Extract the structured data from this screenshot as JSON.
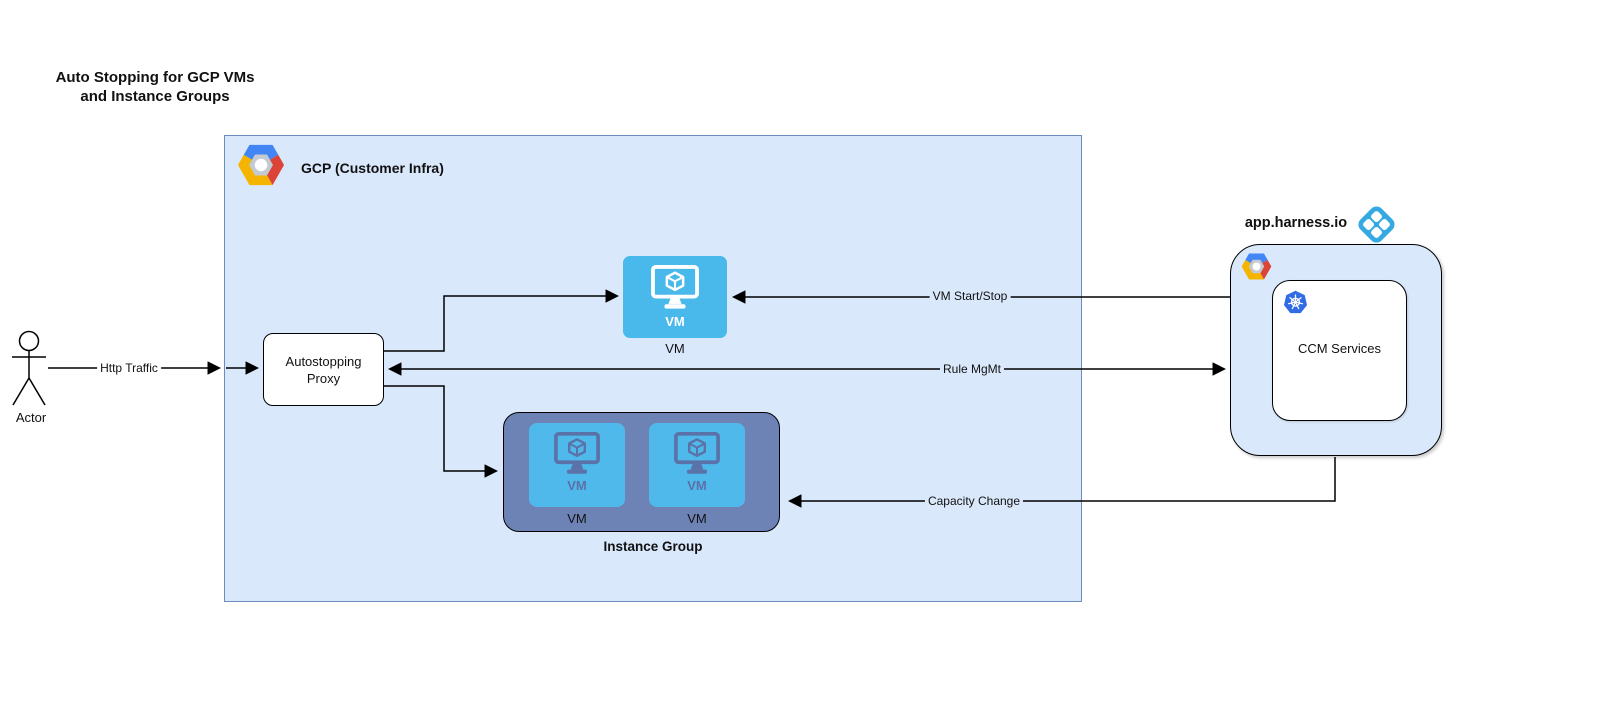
{
  "title": {
    "line1": "Auto Stopping for GCP VMs",
    "line2": "and Instance Groups"
  },
  "actor": {
    "label": "Actor"
  },
  "gcp": {
    "label": "GCP (Customer Infra)"
  },
  "proxy": {
    "line1": "Autostopping",
    "line2": "Proxy"
  },
  "vm": {
    "icon_label": "VM",
    "caption": "VM"
  },
  "instance_group": {
    "caption": "Instance Group",
    "vm1": {
      "icon_label": "VM",
      "caption": "VM"
    },
    "vm2": {
      "icon_label": "VM",
      "caption": "VM"
    }
  },
  "harness": {
    "title": "app.harness.io",
    "ccm_label": "CCM Services"
  },
  "edges": {
    "http_traffic": "Http Traffic",
    "vm_start_stop": "VM Start/Stop",
    "rule_mgmt": "Rule MgMt",
    "capacity_change": "Capacity Change"
  },
  "colors": {
    "container_fill": "#dae8fc",
    "gcp_container_border": "#6c8ebf",
    "vm_blue": "#49b8ea",
    "instance_group_fill": "#6d83b5",
    "instance_group_glyph": "#5b72a8",
    "kubernetes_blue": "#326ce5",
    "harness_logo_blue": "#35aae2",
    "gcp_logo_blue": "#4285f4",
    "gcp_logo_red": "#db4437",
    "gcp_logo_yellow": "#f4b400"
  }
}
